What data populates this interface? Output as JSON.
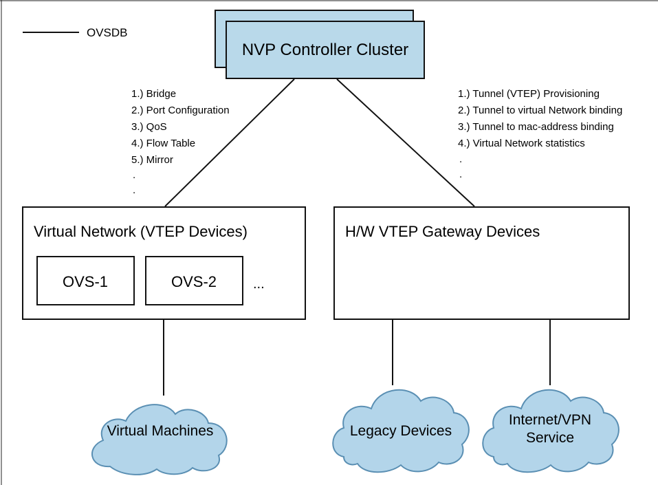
{
  "legend": {
    "label": "OVSDB"
  },
  "controller": {
    "label": "NVP Controller Cluster"
  },
  "left_annotation": {
    "items": [
      "1.) Bridge",
      "2.) Port Configuration",
      "3.) QoS",
      "4.) Flow Table",
      "5.) Mirror",
      ".",
      "."
    ]
  },
  "right_annotation": {
    "items": [
      "1.) Tunnel (VTEP) Provisioning",
      "2.) Tunnel to virtual Network binding",
      "3.) Tunnel to mac-address binding",
      "4.) Virtual Network statistics",
      ".",
      "."
    ]
  },
  "virtual_network": {
    "title": "Virtual Network (VTEP Devices)",
    "ovs1": "OVS-1",
    "ovs2": "OVS-2",
    "more": "..."
  },
  "gateway": {
    "title": "H/W VTEP Gateway Devices"
  },
  "clouds": {
    "virtual_machines": "Virtual Machines",
    "legacy_devices": "Legacy Devices",
    "internet_vpn_line1": "Internet/VPN",
    "internet_vpn_line2": "Service"
  },
  "colors": {
    "controller_fill": "#b9d9ea",
    "cloud_fill": "#b3d5ea",
    "cloud_stroke": "#5a8fb3",
    "line": "#111111"
  }
}
